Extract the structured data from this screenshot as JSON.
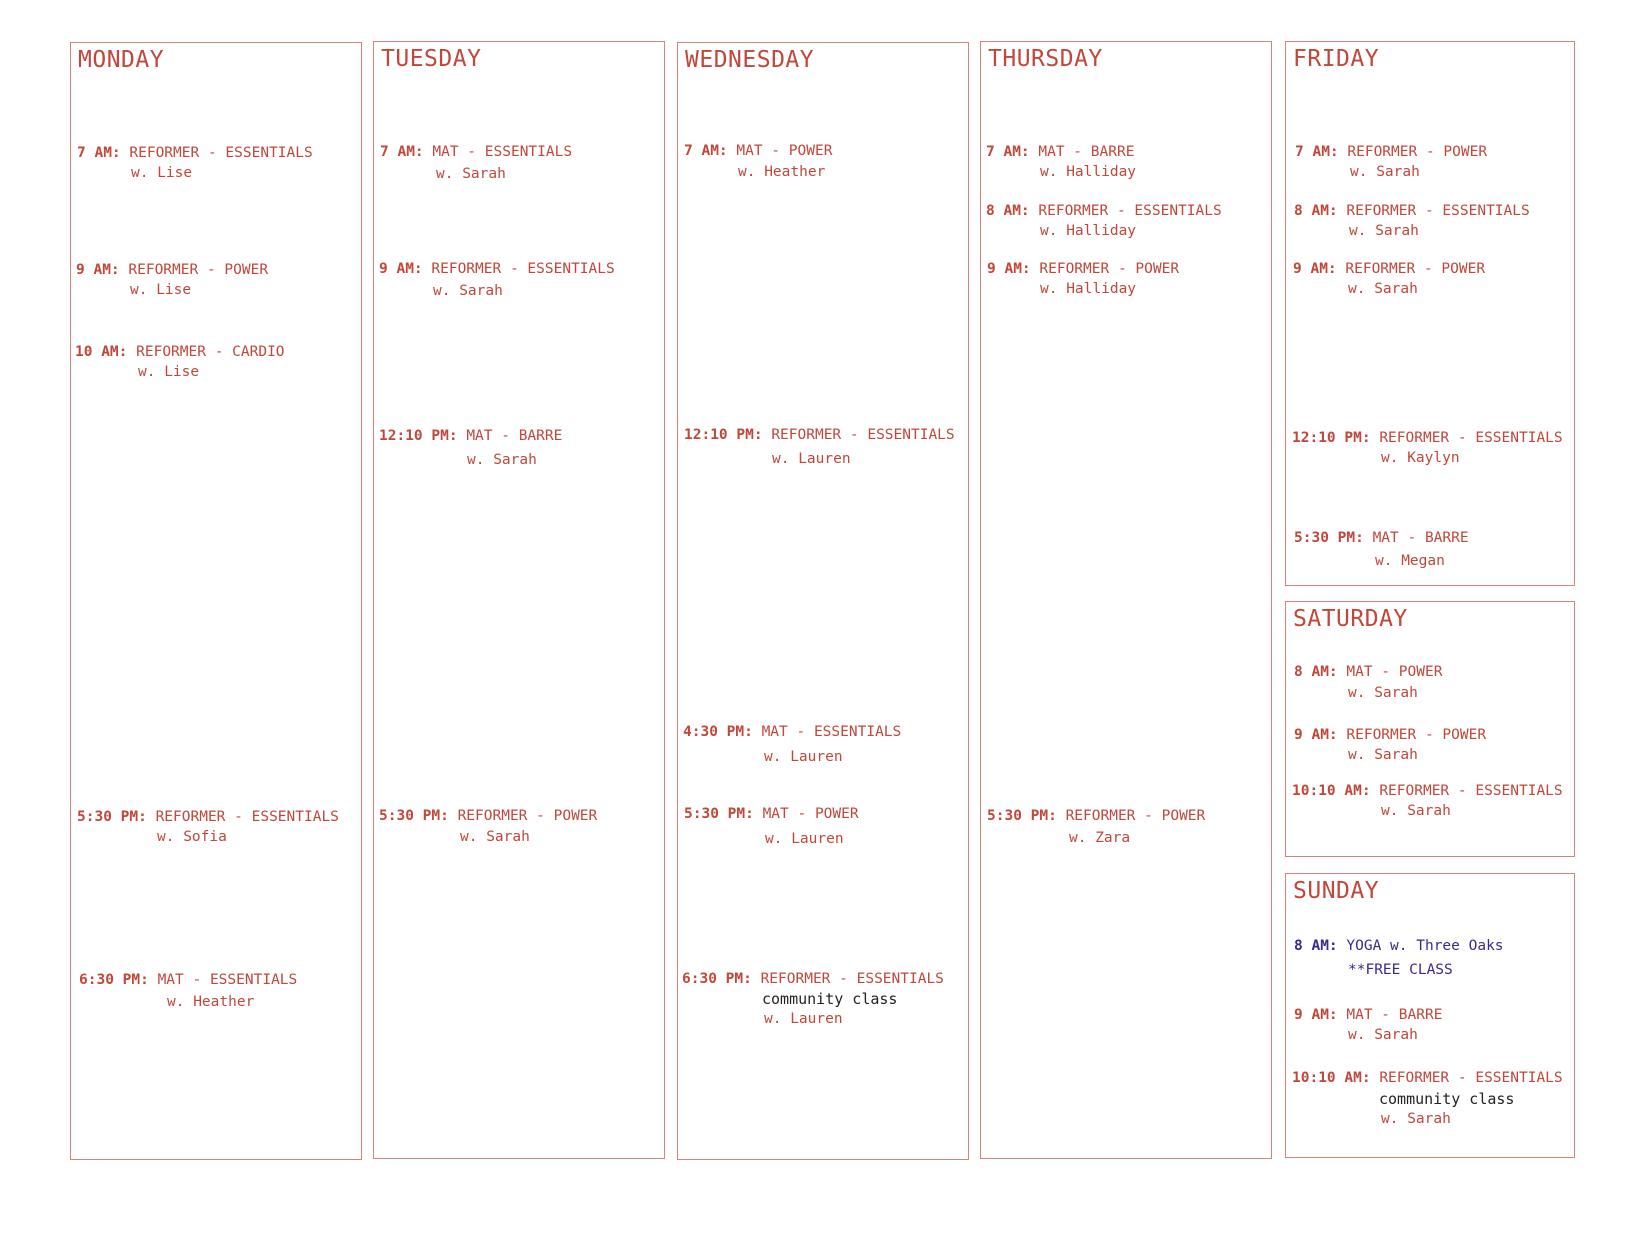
{
  "days": {
    "monday": {
      "title": "MONDAY",
      "classes": [
        {
          "time": "7 AM:",
          "name": "REFORMER - ESSENTIALS",
          "teacher": "w. Lise"
        },
        {
          "time": "9 AM:",
          "name": "REFORMER - POWER",
          "teacher": "w. Lise"
        },
        {
          "time": "10 AM:",
          "name": "REFORMER - CARDIO",
          "teacher": "w. Lise"
        },
        {
          "time": "5:30 PM:",
          "name": "REFORMER - ESSENTIALS",
          "teacher": "w. Sofia"
        },
        {
          "time": "6:30 PM:",
          "name": "MAT - ESSENTIALS",
          "teacher": "w. Heather"
        }
      ]
    },
    "tuesday": {
      "title": "TUESDAY",
      "classes": [
        {
          "time": "7 AM:",
          "name": "MAT - ESSENTIALS",
          "teacher": "w. Sarah"
        },
        {
          "time": "9 AM:",
          "name": "REFORMER - ESSENTIALS",
          "teacher": "w. Sarah"
        },
        {
          "time": "12:10 PM:",
          "name": "MAT - BARRE",
          "teacher": "w. Sarah"
        },
        {
          "time": "5:30 PM:",
          "name": "REFORMER - POWER",
          "teacher": "w. Sarah"
        }
      ]
    },
    "wednesday": {
      "title": "WEDNESDAY",
      "classes": [
        {
          "time": "7 AM:",
          "name": "MAT - POWER",
          "teacher": "w. Heather"
        },
        {
          "time": "12:10 PM:",
          "name": "REFORMER - ESSENTIALS",
          "teacher": "w. Lauren"
        },
        {
          "time": "4:30 PM:",
          "name": "MAT - ESSENTIALS",
          "teacher": "w. Lauren"
        },
        {
          "time": "5:30 PM:",
          "name": "MAT - POWER",
          "teacher": "w. Lauren"
        },
        {
          "time": "6:30 PM:",
          "name": "REFORMER - ESSENTIALS",
          "note": "community class",
          "teacher": "w. Lauren"
        }
      ]
    },
    "thursday": {
      "title": "THURSDAY",
      "classes": [
        {
          "time": "7 AM:",
          "name": "MAT - BARRE",
          "teacher": "w. Halliday"
        },
        {
          "time": "8 AM:",
          "name": "REFORMER - ESSENTIALS",
          "teacher": "w. Halliday"
        },
        {
          "time": "9 AM:",
          "name": "REFORMER - POWER",
          "teacher": "w. Halliday"
        },
        {
          "time": "5:30 PM:",
          "name": "REFORMER - POWER",
          "teacher": "w. Zara"
        }
      ]
    },
    "friday": {
      "title": "FRIDAY",
      "classes": [
        {
          "time": "7 AM:",
          "name": "REFORMER - POWER",
          "teacher": "w. Sarah"
        },
        {
          "time": "8 AM:",
          "name": "REFORMER - ESSENTIALS",
          "teacher": "w. Sarah"
        },
        {
          "time": "9 AM:",
          "name": "REFORMER - POWER",
          "teacher": "w. Sarah"
        },
        {
          "time": "12:10 PM:",
          "name": "REFORMER - ESSENTIALS",
          "teacher": "w. Kaylyn"
        },
        {
          "time": "5:30 PM:",
          "name": "MAT - BARRE",
          "teacher": "w. Megan"
        }
      ]
    },
    "saturday": {
      "title": "SATURDAY",
      "classes": [
        {
          "time": "8 AM:",
          "name": "MAT - POWER",
          "teacher": "w. Sarah"
        },
        {
          "time": "9 AM:",
          "name": "REFORMER - POWER",
          "teacher": "w. Sarah"
        },
        {
          "time": "10:10 AM:",
          "name": "REFORMER - ESSENTIALS",
          "teacher": "w. Sarah"
        }
      ]
    },
    "sunday": {
      "title": "SUNDAY",
      "classes": [
        {
          "time": "8 AM:",
          "name": "YOGA w. Three Oaks",
          "teacher": "**FREE CLASS"
        },
        {
          "time": "9 AM:",
          "name": "MAT - BARRE",
          "teacher": "w. Sarah"
        },
        {
          "time": "10:10 AM:",
          "name": "REFORMER - ESSENTIALS",
          "note": "community class",
          "teacher": "w. Sarah"
        }
      ]
    }
  },
  "colors": {
    "text": "#c0473a",
    "border": "#d88277",
    "note": "#222222",
    "free_class": "#3a2a8c"
  }
}
